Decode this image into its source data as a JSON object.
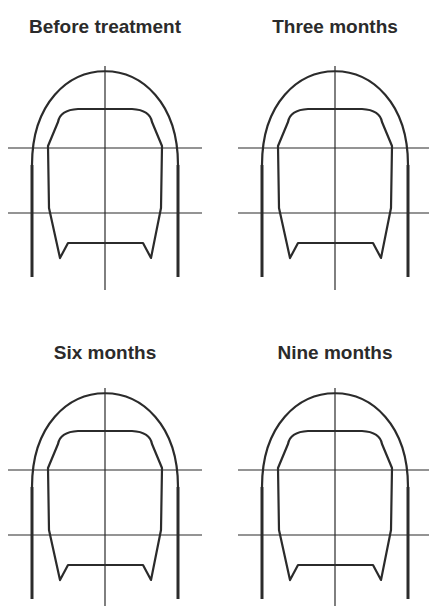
{
  "diagram": {
    "labels": [
      "Before treatment",
      "Three months",
      "Six months",
      "Nine months"
    ]
  }
}
